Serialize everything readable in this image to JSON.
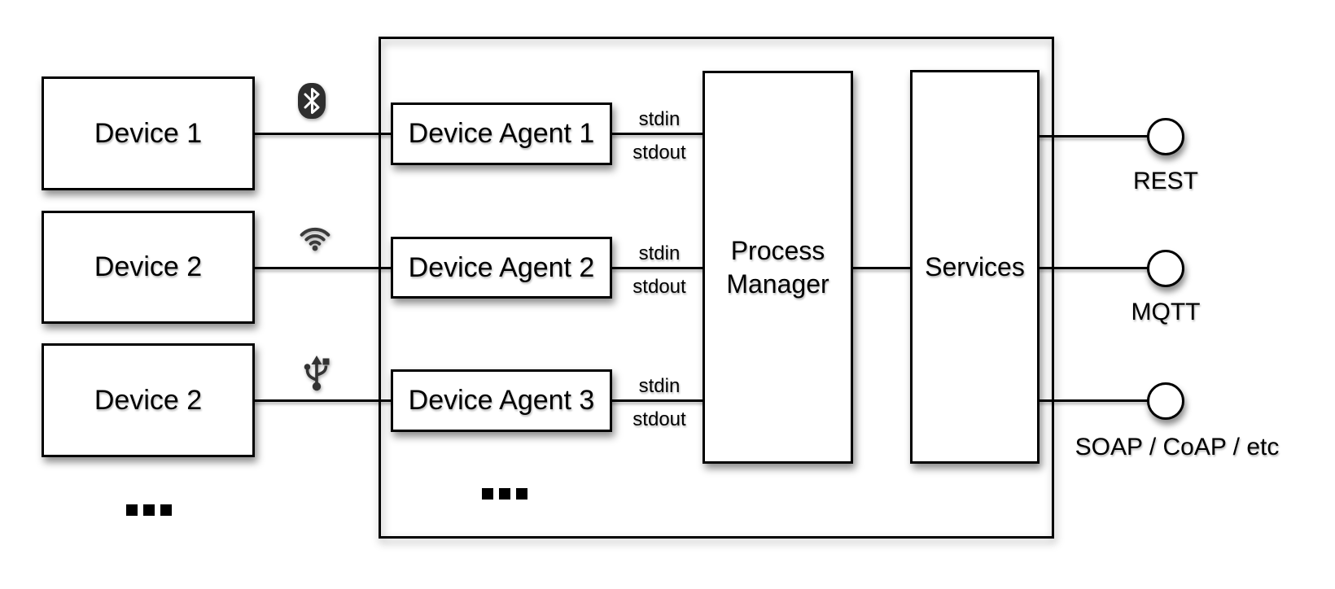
{
  "colors": {
    "ink": "#000000",
    "icon_dark": "#2e2e2e",
    "box_fill": "#ffffff"
  },
  "devices": [
    {
      "label": "Device 1",
      "icon": "bluetooth-icon"
    },
    {
      "label": "Device 2",
      "icon": "wifi-icon"
    },
    {
      "label": "Device 2",
      "icon": "usb-icon"
    }
  ],
  "devices_ellipsis": "...",
  "agents": [
    {
      "label": "Device Agent 1",
      "stdin_label": "stdin",
      "stdout_label": "stdout"
    },
    {
      "label": "Device Agent 2",
      "stdin_label": "stdin",
      "stdout_label": "stdout"
    },
    {
      "label": "Device Agent 3",
      "stdin_label": "stdin",
      "stdout_label": "stdout"
    }
  ],
  "agents_ellipsis": "...",
  "process_manager": {
    "label": "Process Manager"
  },
  "services": {
    "label": "Services"
  },
  "endpoints": [
    {
      "label": "REST"
    },
    {
      "label": "MQTT"
    },
    {
      "label": "SOAP / CoAP / etc"
    }
  ]
}
